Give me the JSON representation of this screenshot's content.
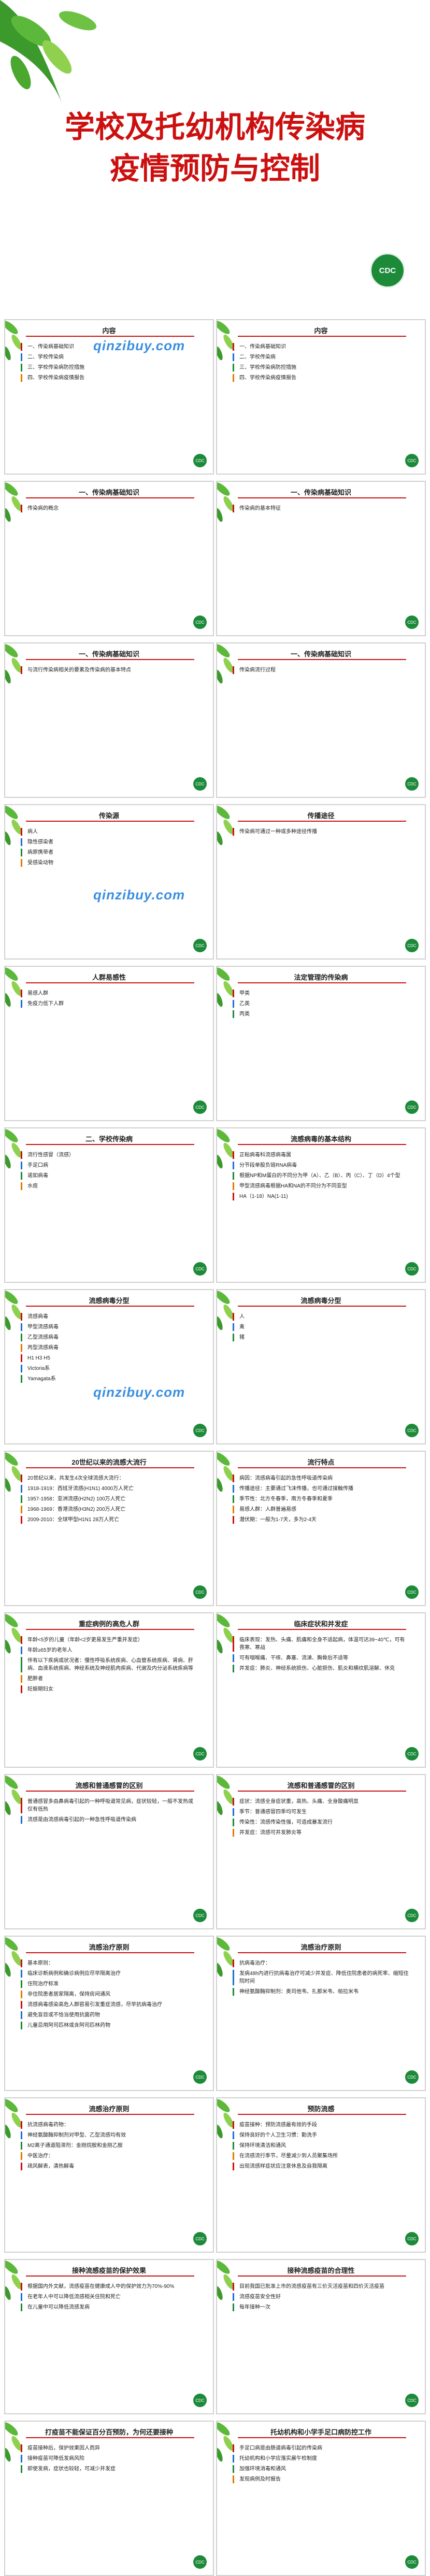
{
  "title": "学校及托幼机构传染病疫情预防与控制",
  "title_lines": [
    "学校及托幼机构传染病",
    "疫情预防与控制"
  ],
  "logo": "CDC",
  "watermark": "qinzibuy.com",
  "slides": [
    {
      "title": "内容",
      "items": [
        "一、传染病基础知识",
        "二、学校传染病",
        "三、学校传染病防控措施",
        "四、学校传染病疫情报告"
      ]
    },
    {
      "title": "内容",
      "items": [
        "一、传染病基础知识",
        "二、学校传染病",
        "三、学校传染病防控措施",
        "四、学校传染病疫情报告"
      ]
    },
    {
      "title": "一、传染病基础知识",
      "items": [
        "传染病的概念"
      ]
    },
    {
      "title": "一、传染病基础知识",
      "items": [
        "传染病的基本特征"
      ]
    },
    {
      "title": "一、传染病基础知识",
      "items": [
        "与流行传染病相关的要素及传染病的基本特点"
      ]
    },
    {
      "title": "一、传染病基础知识",
      "items": [
        "传染病流行过程"
      ]
    },
    {
      "title": "传染源",
      "items": [
        "病人",
        "隐性感染者",
        "病原携带者",
        "受感染动物"
      ]
    },
    {
      "title": "传播途径",
      "items": [
        "传染病可通过一种或多种途径传播"
      ]
    },
    {
      "title": "人群易感性",
      "items": [
        "易感人群",
        "免疫力低下人群"
      ]
    },
    {
      "title": "法定管理的传染病",
      "items": [
        "甲类",
        "乙类",
        "丙类"
      ]
    },
    {
      "title": "二、学校传染病",
      "items": [
        "流行性感冒（流感）",
        "手足口病",
        "诺如病毒",
        "水痘"
      ]
    },
    {
      "title": "流感病毒的基本结构",
      "items": [
        "正粘病毒科流感病毒属",
        "分节段单股负链RNA病毒",
        "根据NP和M蛋白的不同分为甲（A）、乙（B）、丙（C）、丁（D）4个型",
        "甲型流感病毒根据HA和NA的不同分为不同亚型",
        "HA（1-18）NA(1-11)"
      ]
    },
    {
      "title": "流感病毒分型",
      "items": [
        "流感病毒",
        "甲型流感病毒",
        "乙型流感病毒",
        "丙型流感病毒",
        "H1 H3 H5",
        "Victoria系",
        "Yamagata系"
      ]
    },
    {
      "title": "流感病毒分型",
      "items": [
        "人",
        "禽",
        "猪"
      ]
    },
    {
      "title": "20世纪以来的流感大流行",
      "items": [
        "20世纪以来，共发生4次全球流感大流行：",
        "1918-1919：西班牙流感(H1N1) 4000万人死亡",
        "1957-1958：亚洲流感(H2N2) 100万人死亡",
        "1968-1969：香港流感(H3N2) 200万人死亡",
        "2009-2010：全球甲型H1N1 28万人死亡"
      ]
    },
    {
      "title": "流行特点",
      "items": [
        "病因：流感病毒引起的急性呼吸道传染病",
        "传播途径：主要通过飞沫传播，也可通过接触传播",
        "季节性：北方冬春季，南方冬春季和夏季",
        "易感人群：人群普遍易感",
        "潜伏期：一般为1-7天，多为2-4天"
      ]
    },
    {
      "title": "重症病例的高危人群",
      "items": [
        "年龄<5岁的儿童（年龄<2岁更易发生严重并发症）",
        "年龄≥65岁的老年人",
        "伴有以下疾病或状况者：慢性呼吸系统疾病、心血管系统疾病、肾病、肝病、血液系统疾病、神经系统及神经肌肉疾病、代谢及内分泌系统疾病等",
        "肥胖者",
        "妊娠期妇女"
      ]
    },
    {
      "title": "临床症状和并发症",
      "items": [
        "临床表现：发热、头痛、肌痛和全身不适起病，体温可达39~40℃，可有畏寒、寒战",
        "可有咽喉痛、干咳、鼻塞、流涕、胸骨后不适等",
        "并发症：肺炎、神经系统损伤、心脏损伤、肌炎和横纹肌溶解、休克"
      ]
    },
    {
      "title": "流感和普通感冒的区别",
      "items": [
        "普通感冒多由鼻病毒引起的一种呼吸道常见病，症状较轻，一般不发热或仅有低热",
        "流感是由流感病毒引起的一种急性呼吸道传染病"
      ]
    },
    {
      "title": "流感和普通感冒的区别",
      "items": [
        "症状：流感全身症状重，高热、头痛、全身酸痛明显",
        "季节：普通感冒四季均可发生",
        "传染性：流感传染性强，可造成暴发流行",
        "并发症：流感可并发肺炎等"
      ]
    },
    {
      "title": "流感治疗原则",
      "items": [
        "基本原则：",
        "临床诊断病例和确诊病例应尽早隔离治疗",
        "住院治疗标准",
        "非住院患者居家隔离，保持房间通风",
        "流感病毒感染高危人群容易引发重症流感，尽早抗病毒治疗",
        "避免盲目或不恰当使用抗菌药物",
        "儿童忌用阿司匹林或含阿司匹林药物"
      ]
    },
    {
      "title": "流感治疗原则",
      "items": [
        "抗病毒治疗：",
        "发病48h内进行抗病毒治疗可减少并发症、降低住院患者的病死率、缩短住院时间",
        "神经氨酸酶抑制剂：奥司他韦、扎那米韦、帕拉米韦"
      ]
    },
    {
      "title": "流感治疗原则",
      "items": [
        "抗流感病毒药物：",
        "神经氨酸酶抑制剂对甲型、乙型流感均有效",
        "M2离子通道阻滞剂：金刚烷胺和金刚乙胺",
        "中医治疗：",
        "疏风解表，清热解毒"
      ]
    },
    {
      "title": "预防流感",
      "items": [
        "疫苗接种：预防流感最有效的手段",
        "保持良好的个人卫生习惯：勤洗手",
        "保持环境清洁和通风",
        "在流感流行季节，尽量减少到人员聚集场所",
        "出现流感样症状应注意休息及自我隔离"
      ]
    },
    {
      "title": "接种流感疫苗的保护效果",
      "items": [
        "根据国内外文献，流感疫苗在健康成人中的保护效力为70%-90%",
        "在老年人中可以降低流感相关住院和死亡",
        "在儿童中可以降低流感发病"
      ]
    },
    {
      "title": "接种流感疫苗的合理性",
      "items": [
        "目前我国已批准上市的流感疫苗有三价灭活疫苗和四价灭活疫苗",
        "流感疫苗安全性好",
        "每年接种一次"
      ]
    },
    {
      "title": "打疫苗不能保证百分百预防，为何还要接种",
      "items": [
        "疫苗接种后，保护效果因人而异",
        "接种疫苗可降低发病风险",
        "即使发病，症状也较轻，可减少并发症"
      ]
    },
    {
      "title": "托幼机构和小学手足口病防控工作",
      "items": [
        "手足口病是由肠道病毒引起的传染病",
        "托幼机构和小学应落实晨午检制度",
        "加强环境消毒和通风",
        "发现病例及时报告"
      ]
    }
  ]
}
